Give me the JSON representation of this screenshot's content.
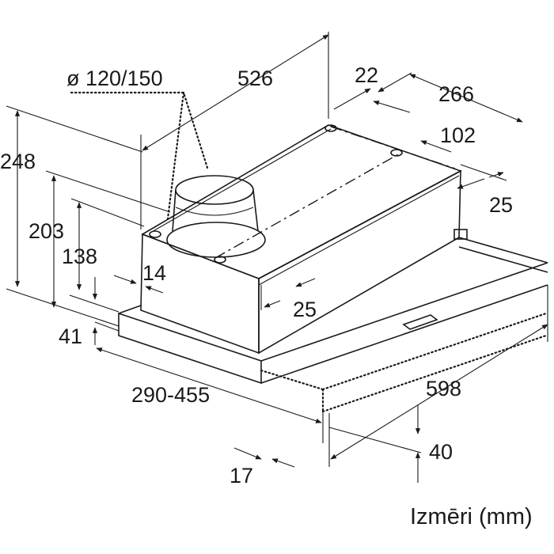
{
  "dimensions": {
    "duct_diameter": "ø 120/150",
    "depth": "526",
    "offset_22": "22",
    "width_top": "266",
    "offset_102": "102",
    "offset_25_right": "25",
    "height_total": "248",
    "height_203": "203",
    "height_138": "138",
    "offset_14": "14",
    "offset_25_front": "25",
    "height_41": "41",
    "extension": "290-455",
    "width_598": "598",
    "offset_40": "40",
    "offset_17": "17"
  },
  "caption": "Izmēri (mm)"
}
